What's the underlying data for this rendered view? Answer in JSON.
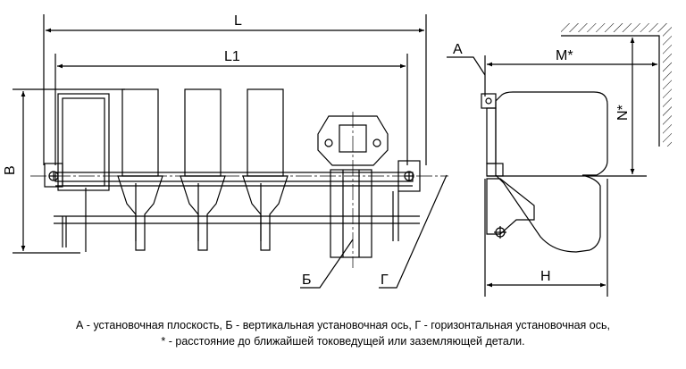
{
  "labels": {
    "L": "L",
    "L1": "L1",
    "B": "B",
    "M": "M*",
    "N": "N*",
    "H": "H",
    "A": "A",
    "Б": "Б",
    "Г": "Г"
  },
  "caption": {
    "line1": "А - установочная плоскость, Б - вертикальная установочная ось, Г - горизонтальная установочная ось,",
    "line2": "* - расстояние до ближайшей токоведущей или заземляющей детали."
  }
}
